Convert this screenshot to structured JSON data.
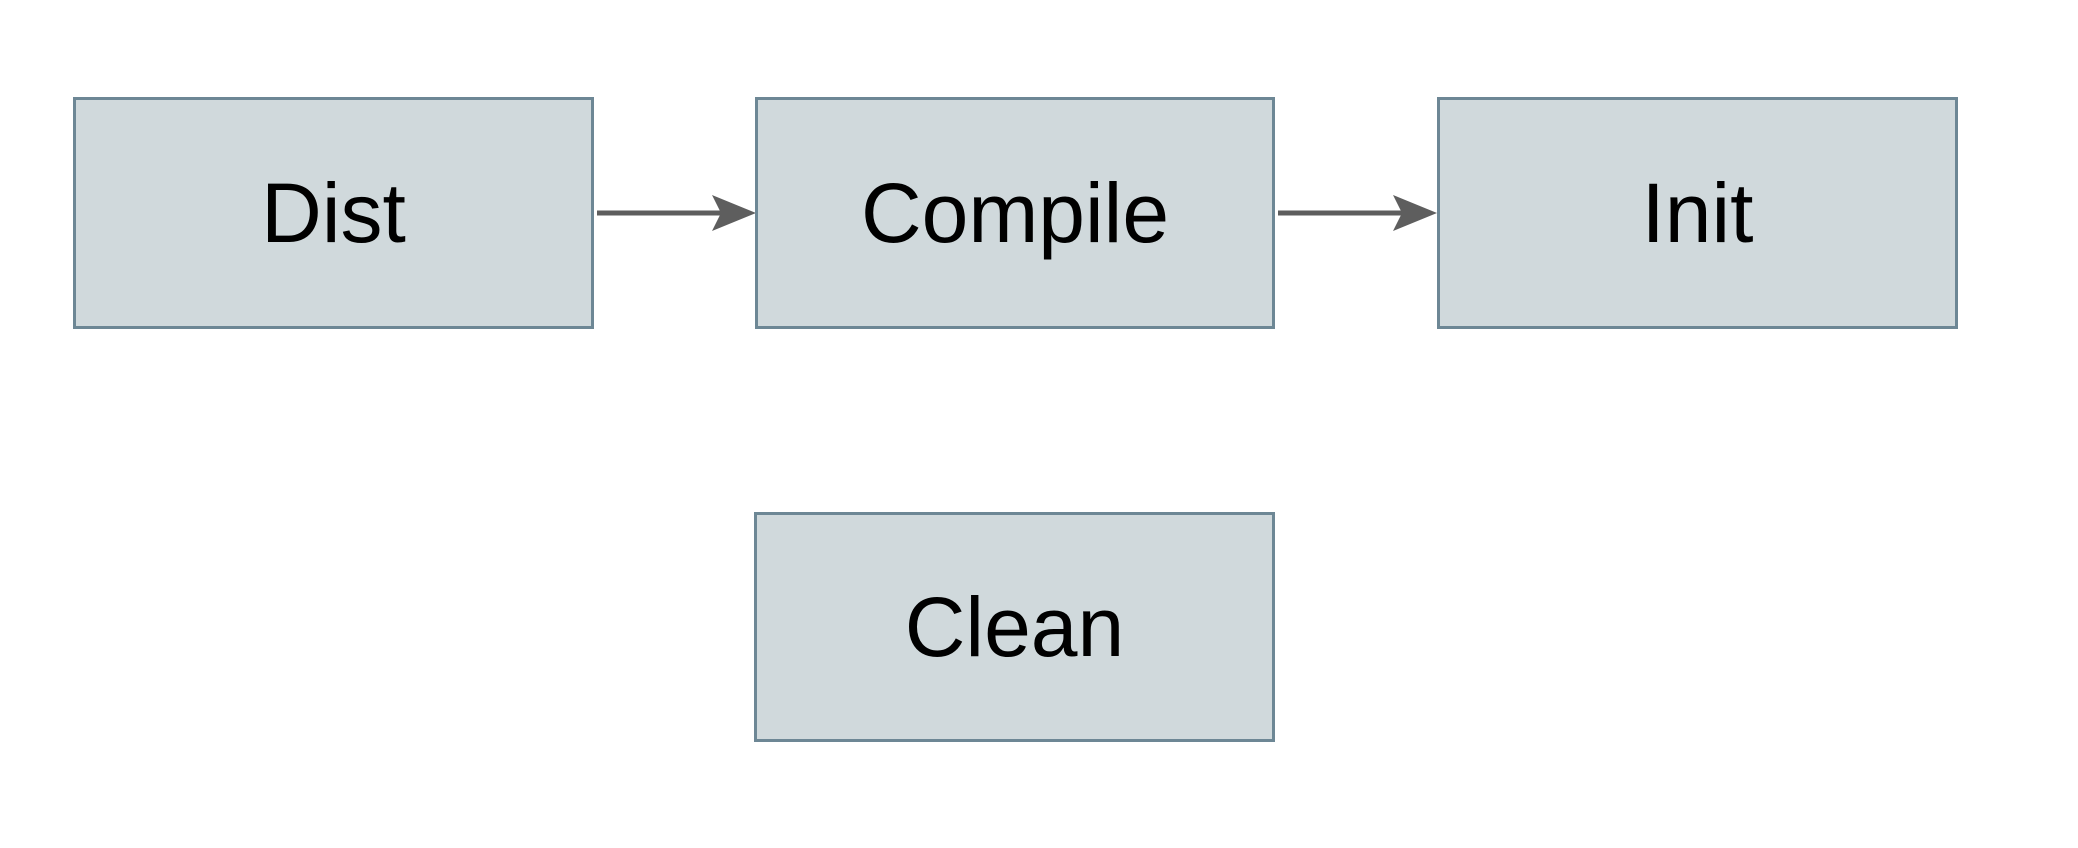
{
  "diagram": {
    "type": "flowchart",
    "background_color": "#ffffff",
    "node_fill_color": "#d0d9dc",
    "node_border_color": "#6d8795",
    "node_text_color": "#000000",
    "arrow_color": "#5e5e5e",
    "nodes": [
      {
        "id": "dist",
        "label": "Dist"
      },
      {
        "id": "compile",
        "label": "Compile"
      },
      {
        "id": "init",
        "label": "Init"
      },
      {
        "id": "clean",
        "label": "Clean"
      }
    ],
    "edges": [
      {
        "from": "Dist",
        "to": "Compile"
      },
      {
        "from": "Compile",
        "to": "Init"
      }
    ]
  }
}
